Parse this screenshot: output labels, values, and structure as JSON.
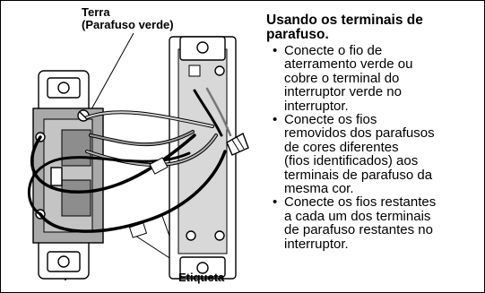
{
  "labels": {
    "terra": "Terra\n(Parafuso verde)",
    "etiqueta": "Etiqueta"
  },
  "instructions": {
    "heading": "Usando os terminais de\nparafuso.",
    "bullets": [
      "Conecte o fio de\naterramento verde ou\ncobre o terminal do\ninterruptor verde no\ninterruptor.",
      "Conecte os fios\nremovidos dos parafusos\nde cores diferentes\n(fios identificados) aos\nterminais de parafuso da\nmesma cor.",
      "Conecte  os fios restantes\na cada um dos terminais\nde parafuso restantes no\ninterruptor."
    ]
  }
}
